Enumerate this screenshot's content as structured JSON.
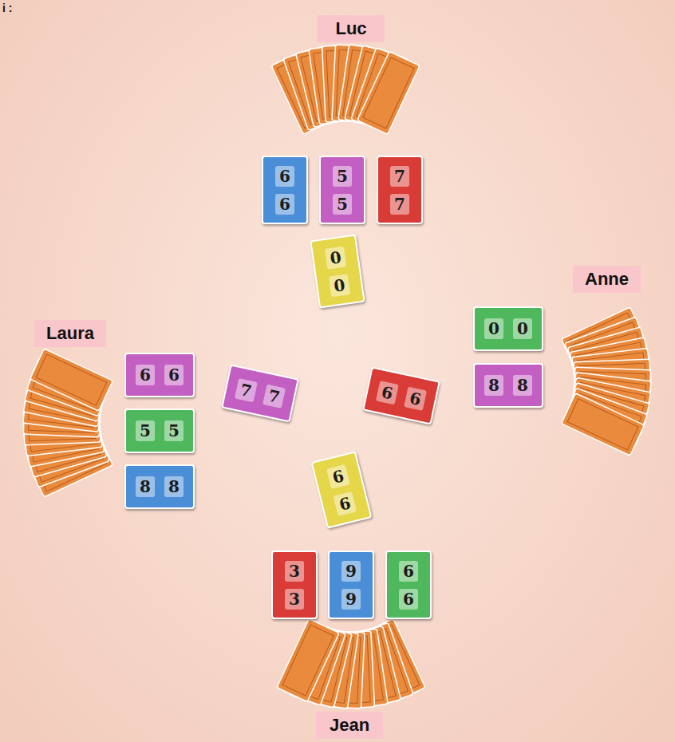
{
  "diagram": {
    "nodes": [
      {
        "text": [
          "Luc"
        ]
      },
      {
        "text": [
          "6",
          "6"
        ]
      },
      {
        "text": [
          "5",
          "5"
        ]
      },
      {
        "text": [
          "7",
          "7"
        ]
      },
      {
        "text": [
          "0",
          "0"
        ]
      },
      {
        "text": [
          "Anne"
        ]
      },
      {
        "text": [
          "Laura"
        ]
      },
      {
        "text": [
          "0",
          "0"
        ]
      },
      {
        "text": [
          "6",
          "6"
        ]
      },
      {
        "text": [
          "7",
          "7"
        ]
      },
      {
        "text": [
          "6",
          "6"
        ]
      },
      {
        "text": [
          "8",
          "8"
        ]
      },
      {
        "text": [
          "5",
          "5"
        ]
      },
      {
        "text": [
          "8",
          "8"
        ]
      },
      {
        "text": [
          "6",
          "6"
        ]
      },
      {
        "text": [
          "3",
          "3"
        ]
      },
      {
        "text": [
          "9",
          "9"
        ]
      },
      {
        "text": [
          "6",
          "6"
        ]
      },
      {
        "text": [
          "Jean"
        ]
      }
    ],
    "labels": [
      "i :"
    ]
  }
}
